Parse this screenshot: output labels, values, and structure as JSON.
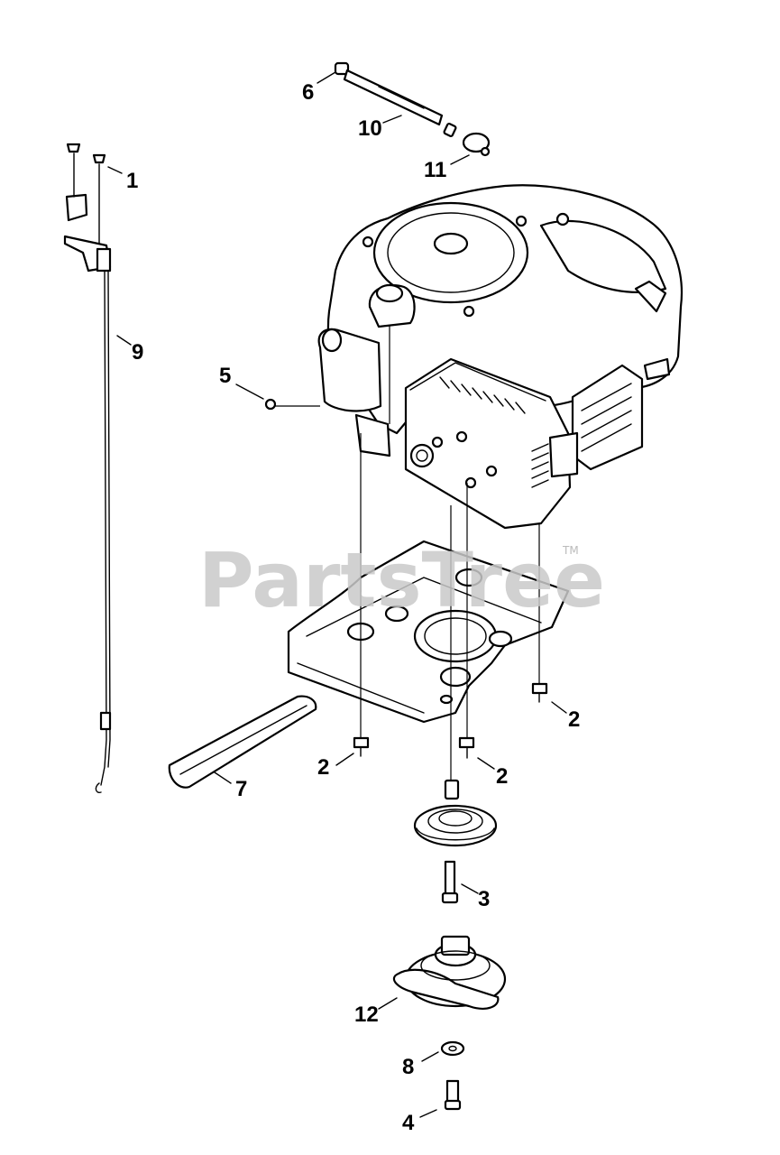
{
  "watermark": {
    "text": "PartsTree",
    "trademark": "TM"
  },
  "callouts": {
    "c1": "1",
    "c2a": "2",
    "c2b": "2",
    "c2c": "2",
    "c3": "3",
    "c4": "4",
    "c5": "5",
    "c6": "6",
    "c7": "7",
    "c8": "8",
    "c9": "9",
    "c10": "10",
    "c11": "11",
    "c12": "12"
  },
  "colors": {
    "line": "#000000",
    "background": "#ffffff",
    "watermark": "#c9c9c9"
  }
}
